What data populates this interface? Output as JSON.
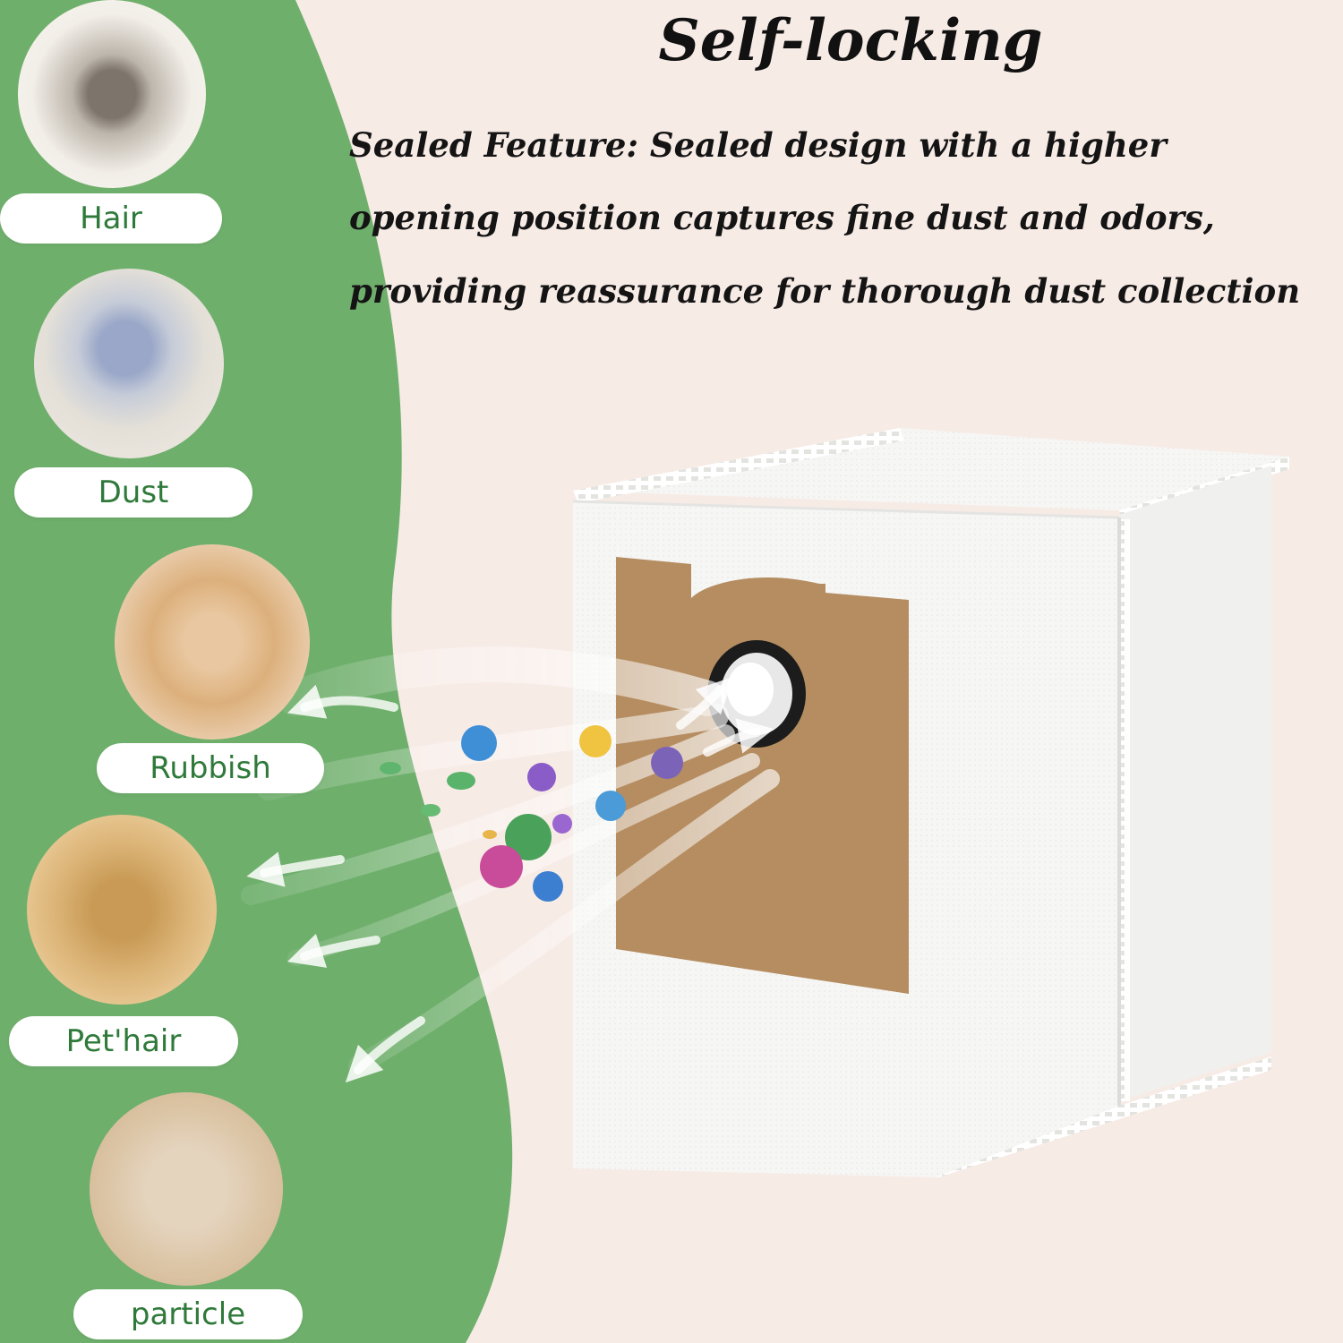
{
  "header": {
    "title": "Self-locking",
    "description_lines": [
      "Sealed Feature: Sealed design with a higher",
      "opening position captures fine dust and odors,",
      "providing reassurance for thorough dust collection"
    ]
  },
  "debris_types": [
    {
      "label": "Hair"
    },
    {
      "label": "Dust"
    },
    {
      "label": "Rubbish"
    },
    {
      "label": "Pet'hair"
    },
    {
      "label": "particle"
    }
  ],
  "colors": {
    "background": "#f7ebe6",
    "green_panel": "#6faf6c",
    "label_text": "#2f7a3a",
    "cardboard": "#b58d61"
  }
}
